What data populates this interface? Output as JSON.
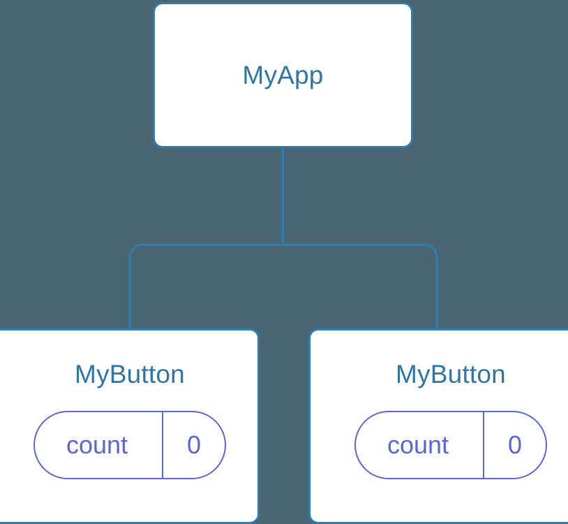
{
  "diagram": {
    "type": "component-tree",
    "background_color": "#4a6672",
    "node_border_color": "#2b7db5",
    "node_fill_color": "#ffffff",
    "node_title_color": "#2f76a3",
    "state_accent_color": "#5b66d6",
    "connector_color": "#2b7db5"
  },
  "root": {
    "title": "MyApp"
  },
  "children": [
    {
      "title": "MyButton",
      "state": {
        "key": "count",
        "value": "0"
      }
    },
    {
      "title": "MyButton",
      "state": {
        "key": "count",
        "value": "0"
      }
    }
  ]
}
